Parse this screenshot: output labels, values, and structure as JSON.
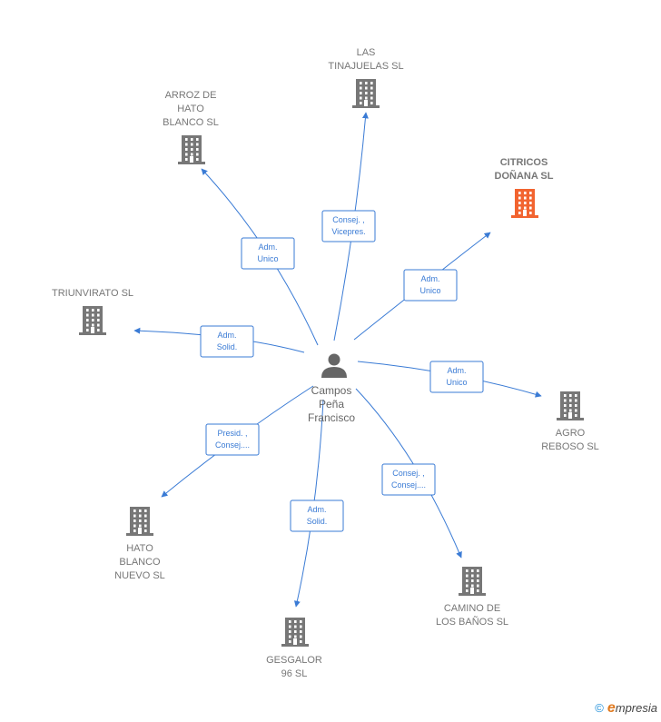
{
  "center": {
    "label_lines": [
      "Campos",
      "Peña",
      "Francisco"
    ],
    "icon": "person-icon"
  },
  "companies": [
    {
      "id": "las-tinajuelas",
      "lines": [
        "LAS",
        "TINAJUELAS SL"
      ],
      "highlight": false,
      "edge_lines": [
        "Consej. ,",
        "Vicepres."
      ]
    },
    {
      "id": "arroz-de-hato",
      "lines": [
        "ARROZ DE",
        "HATO",
        "BLANCO SL"
      ],
      "highlight": false,
      "edge_lines": [
        "Adm.",
        "Unico"
      ]
    },
    {
      "id": "citricos-donana",
      "lines": [
        "CITRICOS",
        "DOÑANA SL"
      ],
      "highlight": true,
      "edge_lines": [
        "Adm.",
        "Unico"
      ]
    },
    {
      "id": "triunvirato",
      "lines": [
        "TRIUNVIRATO SL"
      ],
      "highlight": false,
      "edge_lines": [
        "Adm.",
        "Solid."
      ]
    },
    {
      "id": "agro-reboso",
      "lines": [
        "AGRO",
        "REBOSO SL"
      ],
      "highlight": false,
      "edge_lines": [
        "Adm.",
        "Unico"
      ]
    },
    {
      "id": "hato-blanco-nuevo",
      "lines": [
        "HATO",
        "BLANCO",
        "NUEVO SL"
      ],
      "highlight": false,
      "edge_lines": [
        "Presid. ,",
        "Consej...."
      ]
    },
    {
      "id": "camino-de-los-banos",
      "lines": [
        "CAMINO DE",
        "LOS BAÑOS  SL"
      ],
      "highlight": false,
      "edge_lines": [
        "Consej. ,",
        "Consej...."
      ]
    },
    {
      "id": "gesgalor",
      "lines": [
        "GESGALOR",
        "96 SL"
      ],
      "highlight": false,
      "edge_lines": [
        "Adm.",
        "Solid."
      ]
    }
  ],
  "colors": {
    "edge": "#3a7bd5",
    "building": "#777777",
    "building_highlight": "#f26430",
    "person": "#666666"
  },
  "footer": {
    "copyright": "©",
    "brand_first": "e",
    "brand_rest": "mpresia"
  }
}
